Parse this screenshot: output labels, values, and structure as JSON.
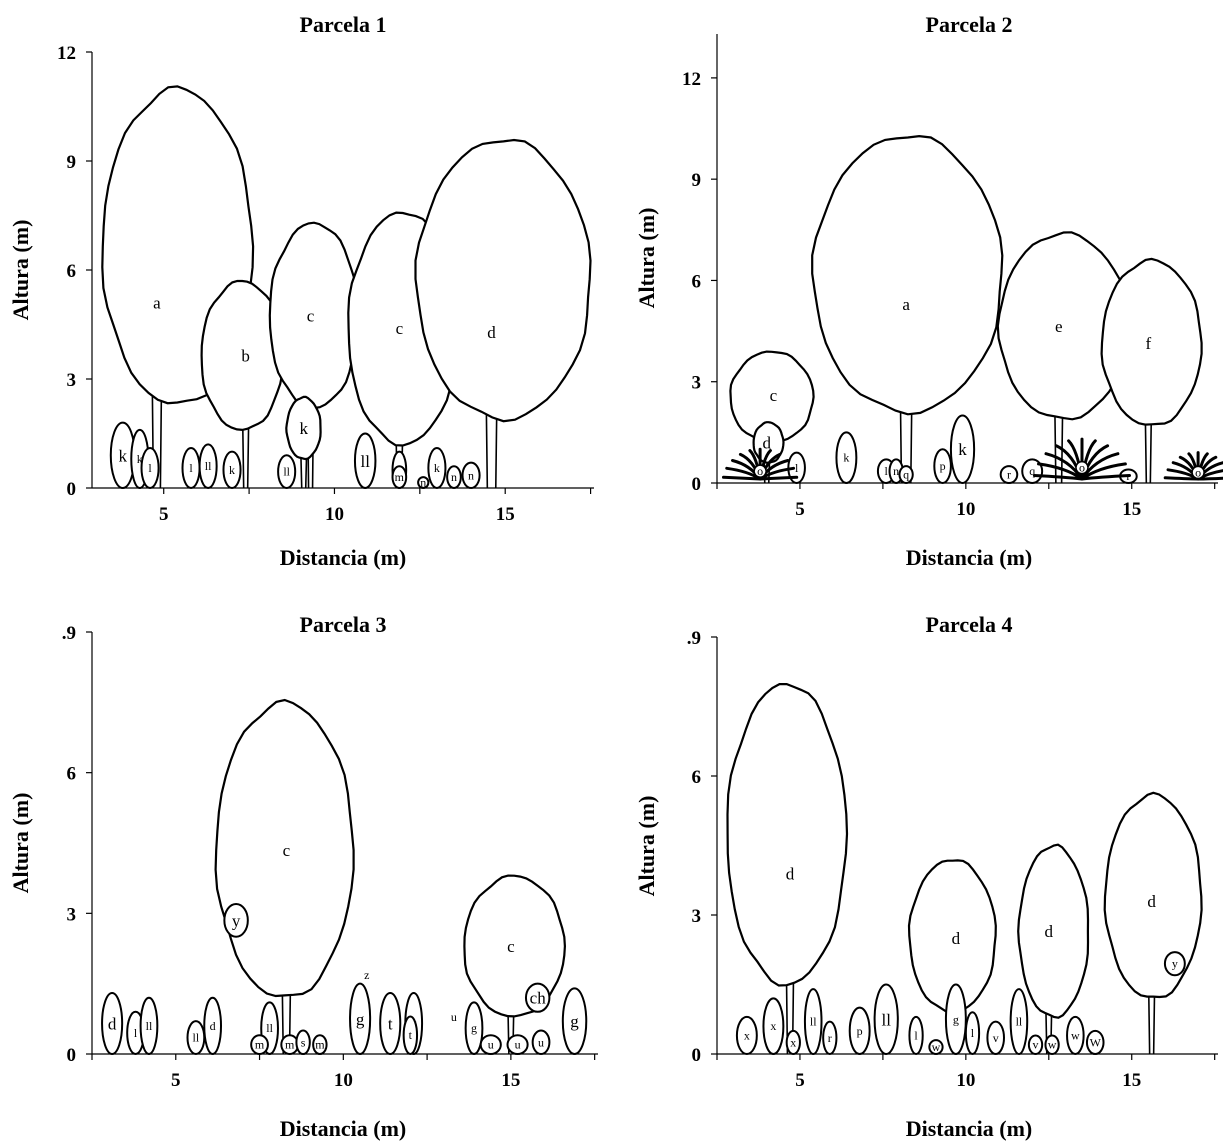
{
  "colors": {
    "outline": "#000000",
    "fill": "#ffffff",
    "background": "#ffffff"
  },
  "chart_data": [
    {
      "type": "profile-diagram",
      "title": "Parcela 1",
      "xlabel": "Distancia (m)",
      "ylabel": "Altura (m)",
      "xlim": [
        2.9,
        17.6
      ],
      "ylim": [
        0,
        12
      ],
      "xticks": [
        {
          "value": 5,
          "label": "5"
        },
        {
          "value": 10,
          "label": "10"
        },
        {
          "value": 15,
          "label": "15"
        }
      ],
      "yticks": [
        {
          "value": 0,
          "label": "0"
        },
        {
          "value": 3,
          "label": "3"
        },
        {
          "value": 6,
          "label": "6"
        },
        {
          "value": 9,
          "label": "9"
        },
        {
          "value": 12,
          "label": "12"
        }
      ],
      "trees": [
        {
          "label": "a",
          "x": 4.8,
          "crown_left": 3.2,
          "crown_right": 7.6,
          "crown_base": 2.3,
          "height": 11.0,
          "trunk": true,
          "label_y": 5.1
        },
        {
          "label": "b",
          "x": 7.4,
          "crown_left": 6.1,
          "crown_right": 8.5,
          "crown_base": 1.6,
          "height": 5.7,
          "trunk": true
        },
        {
          "label": "c",
          "x": 9.3,
          "crown_left": 8.1,
          "crown_right": 10.7,
          "crown_base": 2.2,
          "height": 7.3,
          "trunk": true
        },
        {
          "label": "c",
          "x": 11.9,
          "crown_left": 10.4,
          "crown_right": 13.6,
          "crown_base": 1.2,
          "height": 7.6,
          "trunk": true
        },
        {
          "label": "d",
          "x": 14.6,
          "crown_left": 12.4,
          "crown_right": 17.5,
          "crown_base": 1.9,
          "height": 9.6,
          "trunk": true,
          "label_y": 4.3
        },
        {
          "label": "k",
          "x": 9.1,
          "crown_left": 8.6,
          "crown_right": 9.6,
          "crown_base": 0.8,
          "height": 2.5,
          "trunk": true
        }
      ],
      "shrubs": [
        {
          "label": "k",
          "x": 3.8,
          "w": 0.7,
          "h": 1.8
        },
        {
          "label": "k",
          "x": 4.3,
          "w": 0.5,
          "h": 1.6
        },
        {
          "label": "l",
          "x": 4.6,
          "w": 0.5,
          "h": 1.1
        },
        {
          "label": "l",
          "x": 5.8,
          "w": 0.5,
          "h": 1.1
        },
        {
          "label": "ll",
          "x": 6.3,
          "w": 0.5,
          "h": 1.2
        },
        {
          "label": "k",
          "x": 7.0,
          "w": 0.5,
          "h": 1.0
        },
        {
          "label": "ll",
          "x": 8.6,
          "w": 0.5,
          "h": 0.9
        },
        {
          "label": "ll",
          "x": 10.9,
          "w": 0.6,
          "h": 1.5
        },
        {
          "label": "m",
          "x": 11.9,
          "w": 0.4,
          "h": 1.0
        },
        {
          "label": "m",
          "x": 11.9,
          "w": 0.4,
          "h": 0.6
        },
        {
          "label": "n",
          "x": 12.6,
          "w": 0.3,
          "h": 0.3
        },
        {
          "label": "k",
          "x": 13.0,
          "w": 0.5,
          "h": 1.1
        },
        {
          "label": "n",
          "x": 13.5,
          "w": 0.4,
          "h": 0.6
        },
        {
          "label": "n",
          "x": 14.0,
          "w": 0.5,
          "h": 0.7
        }
      ],
      "palms": []
    },
    {
      "type": "profile-diagram",
      "title": "Parcela 2",
      "xlabel": "Distancia (m)",
      "ylabel": "Altura (m)",
      "xlim": [
        2.5,
        17.6
      ],
      "ylim": [
        0,
        13.3
      ],
      "xticks": [
        {
          "value": 5,
          "label": "5"
        },
        {
          "value": 10,
          "label": "10"
        },
        {
          "value": 15,
          "label": "15"
        }
      ],
      "yticks": [
        {
          "value": 0,
          "label": "0"
        },
        {
          "value": 3,
          "label": "3"
        },
        {
          "value": 6,
          "label": "6"
        },
        {
          "value": 9,
          "label": "9"
        },
        {
          "value": 12,
          "label": "12"
        }
      ],
      "trees": [
        {
          "label": "c",
          "x": 4.2,
          "crown_left": 2.9,
          "crown_right": 5.4,
          "crown_base": 1.2,
          "height": 3.9,
          "trunk": false,
          "label_y": 2.6
        },
        {
          "label": "a",
          "x": 8.2,
          "crown_left": 5.4,
          "crown_right": 11.1,
          "crown_base": 2.1,
          "height": 10.3,
          "trunk": true,
          "label_y": 5.3
        },
        {
          "label": "e",
          "x": 12.8,
          "crown_left": 11.0,
          "crown_right": 14.9,
          "crown_base": 1.9,
          "height": 7.4,
          "trunk": true
        },
        {
          "label": "f",
          "x": 15.5,
          "crown_left": 14.1,
          "crown_right": 17.1,
          "crown_base": 1.7,
          "height": 6.6,
          "trunk": true
        },
        {
          "label": "d",
          "x": 4.0,
          "crown_left": 3.6,
          "crown_right": 4.5,
          "crown_base": 0.6,
          "height": 1.8,
          "trunk": true
        }
      ],
      "shrubs": [
        {
          "label": "l",
          "x": 4.9,
          "w": 0.5,
          "h": 0.9
        },
        {
          "label": "k",
          "x": 6.4,
          "w": 0.6,
          "h": 1.5
        },
        {
          "label": "l",
          "x": 7.6,
          "w": 0.5,
          "h": 0.7
        },
        {
          "label": "n",
          "x": 7.9,
          "w": 0.4,
          "h": 0.7
        },
        {
          "label": "q",
          "x": 8.2,
          "w": 0.4,
          "h": 0.5
        },
        {
          "label": "p",
          "x": 9.3,
          "w": 0.5,
          "h": 1.0
        },
        {
          "label": "k",
          "x": 9.9,
          "w": 0.7,
          "h": 2.0
        },
        {
          "label": "r",
          "x": 11.3,
          "w": 0.5,
          "h": 0.5
        },
        {
          "label": "q",
          "x": 12.0,
          "w": 0.6,
          "h": 0.7
        },
        {
          "label": "r",
          "x": 14.9,
          "w": 0.5,
          "h": 0.4
        }
      ],
      "palms": [
        {
          "label": "o",
          "x": 3.8,
          "h": 1.0
        },
        {
          "label": "o",
          "x": 13.5,
          "h": 1.3
        },
        {
          "label": "o",
          "x": 17.0,
          "h": 0.9
        }
      ]
    },
    {
      "type": "profile-diagram",
      "title": "Parcela 3",
      "xlabel": "Distancia (m)",
      "ylabel": "Altura (m)",
      "xlim": [
        2.5,
        17.6
      ],
      "ylim": [
        0,
        9
      ],
      "xticks": [
        {
          "value": 5,
          "label": "5"
        },
        {
          "value": 10,
          "label": "10"
        },
        {
          "value": 15,
          "label": "15"
        }
      ],
      "yticks": [
        {
          "value": 0,
          "label": "0"
        },
        {
          "value": 3,
          "label": "3"
        },
        {
          "value": 6,
          "label": "6"
        },
        {
          "value": 9,
          "label": ".9"
        }
      ],
      "trees": [
        {
          "label": "c",
          "x": 8.3,
          "crown_left": 6.2,
          "crown_right": 10.3,
          "crown_base": 1.2,
          "height": 7.5,
          "trunk": true
        },
        {
          "label": "c",
          "x": 15.0,
          "crown_left": 13.6,
          "crown_right": 16.6,
          "crown_base": 0.8,
          "height": 3.8,
          "trunk": true
        }
      ],
      "shrubs": [
        {
          "label": "y",
          "x": 6.8,
          "w": 0.7,
          "h": 0.7,
          "base": 2.5
        },
        {
          "label": "ch",
          "x": 15.8,
          "w": 0.7,
          "h": 0.6,
          "base": 0.9
        },
        {
          "label": "d",
          "x": 3.1,
          "w": 0.6,
          "h": 1.3
        },
        {
          "label": "l",
          "x": 3.8,
          "w": 0.5,
          "h": 0.9
        },
        {
          "label": "ll",
          "x": 4.2,
          "w": 0.5,
          "h": 1.2
        },
        {
          "label": "ll",
          "x": 5.6,
          "w": 0.5,
          "h": 0.7
        },
        {
          "label": "d",
          "x": 6.1,
          "w": 0.5,
          "h": 1.2
        },
        {
          "label": "ll",
          "x": 7.8,
          "w": 0.5,
          "h": 1.1
        },
        {
          "label": "m",
          "x": 7.5,
          "w": 0.5,
          "h": 0.4
        },
        {
          "label": "m",
          "x": 8.4,
          "w": 0.5,
          "h": 0.4
        },
        {
          "label": "s",
          "x": 8.8,
          "w": 0.4,
          "h": 0.5
        },
        {
          "label": "m",
          "x": 9.3,
          "w": 0.4,
          "h": 0.4
        },
        {
          "label": "g",
          "x": 10.5,
          "w": 0.6,
          "h": 1.5
        },
        {
          "label": "t",
          "x": 11.4,
          "w": 0.6,
          "h": 1.3
        },
        {
          "label": "g",
          "x": 12.1,
          "w": 0.5,
          "h": 1.3
        },
        {
          "label": "t",
          "x": 12.0,
          "w": 0.4,
          "h": 0.8
        },
        {
          "label": "g",
          "x": 13.9,
          "w": 0.5,
          "h": 1.1
        },
        {
          "label": "u",
          "x": 14.4,
          "w": 0.6,
          "h": 0.4
        },
        {
          "label": "u",
          "x": 15.2,
          "w": 0.6,
          "h": 0.4
        },
        {
          "label": "u",
          "x": 15.9,
          "w": 0.5,
          "h": 0.5
        },
        {
          "label": "g",
          "x": 16.9,
          "w": 0.7,
          "h": 1.4
        }
      ],
      "palms": [],
      "markers": [
        {
          "label": "z",
          "x": 10.7,
          "y": 1.6
        },
        {
          "label": "u",
          "x": 13.3,
          "y": 0.7
        }
      ]
    },
    {
      "type": "profile-diagram",
      "title": "Parcela 4",
      "xlabel": "Distancia (m)",
      "ylabel": "Altura (m)",
      "xlim": [
        2.5,
        17.6
      ],
      "ylim": [
        0,
        9
      ],
      "xticks": [
        {
          "value": 5,
          "label": "5"
        },
        {
          "value": 10,
          "label": "10"
        },
        {
          "value": 15,
          "label": "15"
        }
      ],
      "yticks": [
        {
          "value": 0,
          "label": "0"
        },
        {
          "value": 3,
          "label": "3"
        },
        {
          "value": 6,
          "label": "6"
        },
        {
          "value": 9,
          "label": ".9"
        }
      ],
      "trees": [
        {
          "label": "d",
          "x": 4.7,
          "crown_left": 2.8,
          "crown_right": 6.4,
          "crown_base": 1.5,
          "height": 8.0,
          "trunk": true,
          "label_y": 3.9
        },
        {
          "label": "d",
          "x": 9.7,
          "crown_left": 8.3,
          "crown_right": 10.9,
          "crown_base": 0.9,
          "height": 4.2,
          "trunk": true,
          "label_y": 2.5
        },
        {
          "label": "d",
          "x": 12.5,
          "crown_left": 11.6,
          "crown_right": 13.7,
          "crown_base": 0.8,
          "height": 4.5,
          "trunk": true
        },
        {
          "label": "d",
          "x": 15.6,
          "crown_left": 14.2,
          "crown_right": 17.1,
          "crown_base": 1.2,
          "height": 5.6,
          "trunk": true,
          "label_y": 3.3
        }
      ],
      "shrubs": [
        {
          "label": "y",
          "x": 16.3,
          "w": 0.6,
          "h": 0.5,
          "base": 1.7
        },
        {
          "label": "x",
          "x": 3.4,
          "w": 0.6,
          "h": 0.8
        },
        {
          "label": "x",
          "x": 4.2,
          "w": 0.6,
          "h": 1.2
        },
        {
          "label": "x",
          "x": 4.8,
          "w": 0.4,
          "h": 0.5
        },
        {
          "label": "ll",
          "x": 5.4,
          "w": 0.5,
          "h": 1.4
        },
        {
          "label": "r",
          "x": 5.9,
          "w": 0.4,
          "h": 0.7
        },
        {
          "label": "p",
          "x": 6.8,
          "w": 0.6,
          "h": 1.0
        },
        {
          "label": "ll",
          "x": 7.6,
          "w": 0.7,
          "h": 1.5
        },
        {
          "label": "l",
          "x": 8.5,
          "w": 0.4,
          "h": 0.8
        },
        {
          "label": "w",
          "x": 9.1,
          "w": 0.4,
          "h": 0.3
        },
        {
          "label": "g",
          "x": 9.7,
          "w": 0.6,
          "h": 1.5
        },
        {
          "label": "l",
          "x": 10.2,
          "w": 0.4,
          "h": 0.9
        },
        {
          "label": "v",
          "x": 10.9,
          "w": 0.5,
          "h": 0.7
        },
        {
          "label": "ll",
          "x": 11.6,
          "w": 0.5,
          "h": 1.4
        },
        {
          "label": "v",
          "x": 12.1,
          "w": 0.4,
          "h": 0.4
        },
        {
          "label": "w",
          "x": 12.6,
          "w": 0.4,
          "h": 0.4
        },
        {
          "label": "w",
          "x": 13.3,
          "w": 0.5,
          "h": 0.8
        },
        {
          "label": "W",
          "x": 13.9,
          "w": 0.5,
          "h": 0.5
        }
      ],
      "palms": []
    }
  ]
}
